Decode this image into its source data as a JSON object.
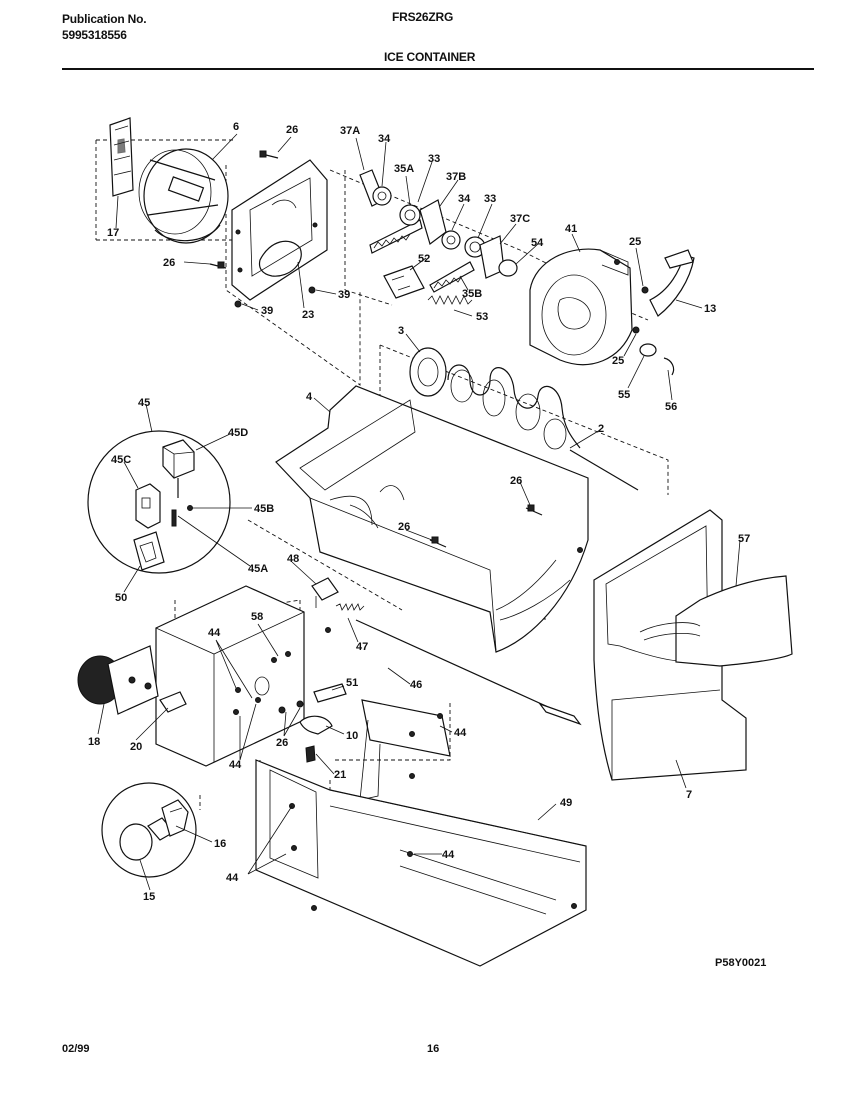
{
  "header": {
    "publication_label": "Publication No.",
    "publication_number": "5995318556",
    "model": "FRS26ZRG",
    "section_title": "ICE CONTAINER"
  },
  "diagram": {
    "callouts": [
      {
        "id": "6",
        "text": "6"
      },
      {
        "id": "26a",
        "text": "26"
      },
      {
        "id": "37A",
        "text": "37A"
      },
      {
        "id": "34a",
        "text": "34"
      },
      {
        "id": "35A",
        "text": "35A"
      },
      {
        "id": "33a",
        "text": "33"
      },
      {
        "id": "37B",
        "text": "37B"
      },
      {
        "id": "34b",
        "text": "34"
      },
      {
        "id": "33b",
        "text": "33"
      },
      {
        "id": "37C",
        "text": "37C"
      },
      {
        "id": "41",
        "text": "41"
      },
      {
        "id": "25a",
        "text": "25"
      },
      {
        "id": "17",
        "text": "17"
      },
      {
        "id": "26b",
        "text": "26"
      },
      {
        "id": "52",
        "text": "52"
      },
      {
        "id": "54",
        "text": "54"
      },
      {
        "id": "13",
        "text": "13"
      },
      {
        "id": "39a",
        "text": "39"
      },
      {
        "id": "39b",
        "text": "39"
      },
      {
        "id": "23",
        "text": "23"
      },
      {
        "id": "35B",
        "text": "35B"
      },
      {
        "id": "53",
        "text": "53"
      },
      {
        "id": "3",
        "text": "3"
      },
      {
        "id": "25b",
        "text": "25"
      },
      {
        "id": "55",
        "text": "55"
      },
      {
        "id": "56",
        "text": "56"
      },
      {
        "id": "4",
        "text": "4"
      },
      {
        "id": "45",
        "text": "45"
      },
      {
        "id": "2",
        "text": "2"
      },
      {
        "id": "45D",
        "text": "45D"
      },
      {
        "id": "45C",
        "text": "45C"
      },
      {
        "id": "26c",
        "text": "26"
      },
      {
        "id": "45B",
        "text": "45B"
      },
      {
        "id": "26d",
        "text": "26"
      },
      {
        "id": "57",
        "text": "57"
      },
      {
        "id": "45A",
        "text": "45A"
      },
      {
        "id": "48",
        "text": "48"
      },
      {
        "id": "50",
        "text": "50"
      },
      {
        "id": "58",
        "text": "58"
      },
      {
        "id": "44a",
        "text": "44"
      },
      {
        "id": "47",
        "text": "47"
      },
      {
        "id": "51",
        "text": "51"
      },
      {
        "id": "46",
        "text": "46"
      },
      {
        "id": "18",
        "text": "18"
      },
      {
        "id": "20",
        "text": "20"
      },
      {
        "id": "10",
        "text": "10"
      },
      {
        "id": "26e",
        "text": "26"
      },
      {
        "id": "44b",
        "text": "44"
      },
      {
        "id": "44c",
        "text": "44"
      },
      {
        "id": "21",
        "text": "21"
      },
      {
        "id": "7",
        "text": "7"
      },
      {
        "id": "49",
        "text": "49"
      },
      {
        "id": "16",
        "text": "16"
      },
      {
        "id": "44d",
        "text": "44"
      },
      {
        "id": "15",
        "text": "15"
      },
      {
        "id": "44e",
        "text": "44"
      }
    ],
    "drawing_code": "P58Y0021"
  },
  "footer": {
    "date": "02/99",
    "page_number": "16"
  }
}
